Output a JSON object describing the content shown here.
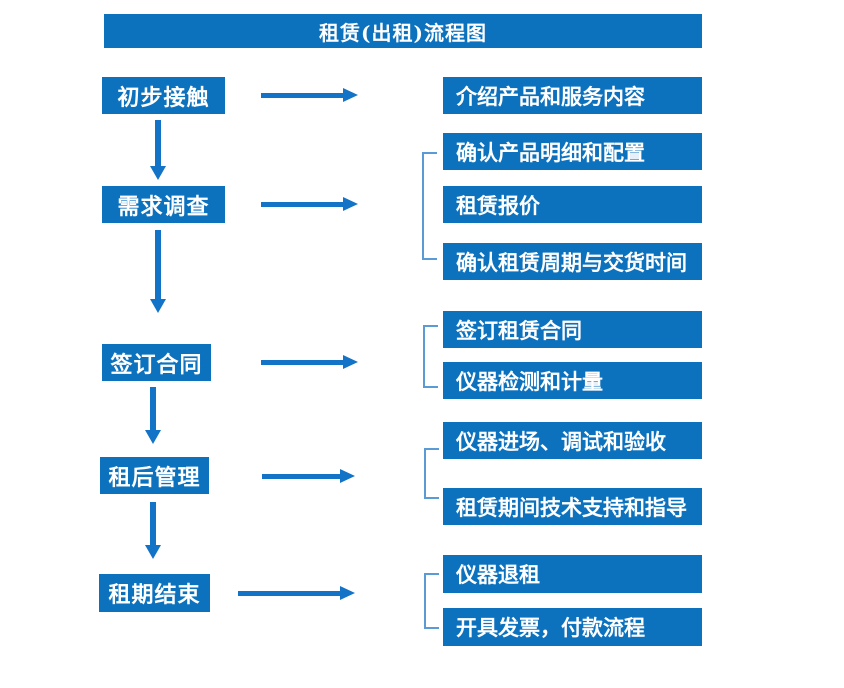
{
  "title": "租赁(出租)流程图",
  "colors": {
    "box_fill": "#0d72be",
    "arrow": "#1373c6",
    "bracket": "#5b9bd5",
    "text": "#ffffff",
    "background": "#ffffff"
  },
  "rows": [
    {
      "step": "初步接触",
      "details": [
        "介绍产品和服务内容"
      ]
    },
    {
      "step": "需求调查",
      "details": [
        "确认产品明细和配置",
        "租赁报价",
        "确认租赁周期与交货时间"
      ]
    },
    {
      "step": "签订合同",
      "details": [
        "签订租赁合同",
        "仪器检测和计量"
      ]
    },
    {
      "step": "租后管理",
      "details": [
        "仪器进场、调试和验收",
        "租赁期间技术支持和指导"
      ]
    },
    {
      "step": "租期结束",
      "details": [
        "仪器退租",
        "开具发票，付款流程"
      ]
    }
  ]
}
